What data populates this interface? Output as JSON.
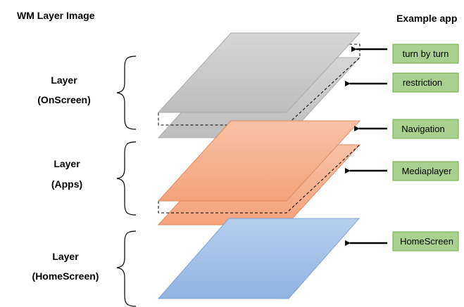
{
  "title": "WM Layer Image",
  "example_header": "Example app",
  "groups": [
    {
      "line1": "Layer",
      "line2": "(OnScreen)"
    },
    {
      "line1": "Layer",
      "line2": "(Apps)"
    },
    {
      "line1": "Layer",
      "line2": "(HomeScreen)"
    }
  ],
  "apps": [
    "turn by turn",
    "restriction",
    "Navigation",
    "Mediaplayer",
    "HomeScreen"
  ],
  "colors": {
    "onscreen_fill": "#c4c4c4",
    "onscreen_stroke": "#b0b0b0",
    "apps_fill": "#f6b08f",
    "apps_stroke": "#e59466",
    "home_fill": "#9ebee6",
    "home_stroke": "#86a9d6",
    "app_box_fill": "#a8d08d",
    "app_box_stroke": "#70ad47",
    "arrow": "#000000"
  }
}
